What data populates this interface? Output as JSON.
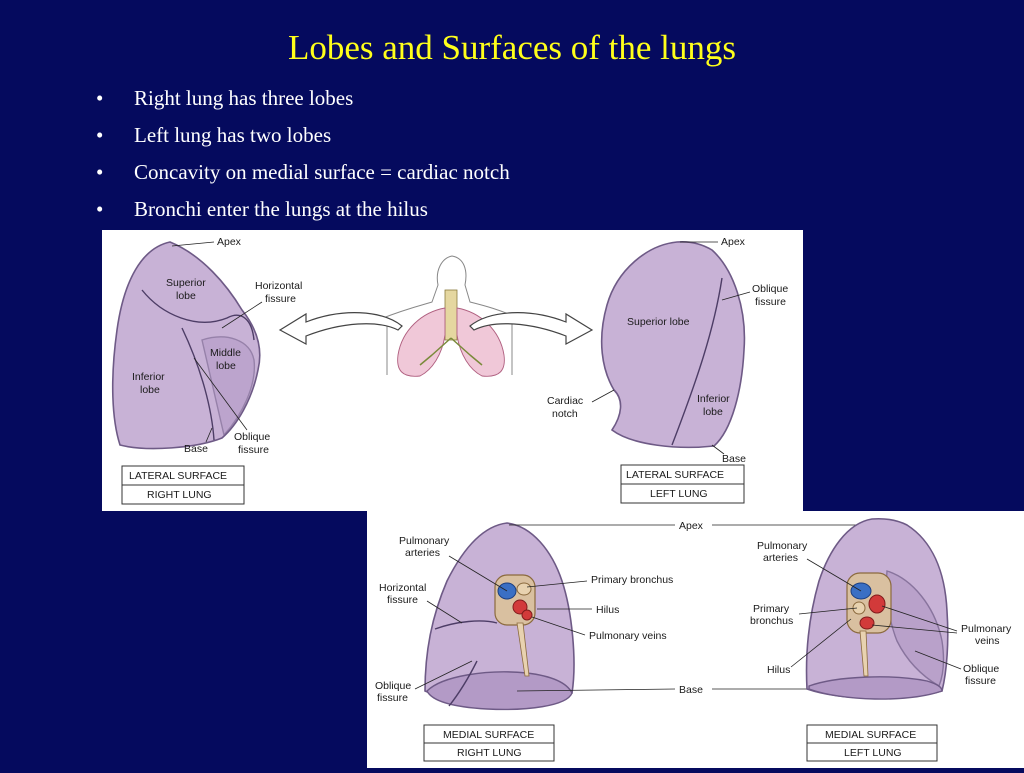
{
  "slide": {
    "title": "Lobes and Surfaces of the lungs",
    "bullet_symbol": "•",
    "bullets": [
      "Right lung has three lobes",
      "Left lung has two lobes",
      "Concavity on medial surface = cardiac notch",
      "Bronchi enter the lungs at the hilus"
    ]
  },
  "top_diagram": {
    "right_lung": {
      "apex": "Apex",
      "superior_lobe": [
        "Superior",
        "lobe"
      ],
      "horizontal_fissure": [
        "Horizontal",
        "fissure"
      ],
      "middle_lobe": [
        "Middle",
        "lobe"
      ],
      "inferior_lobe": [
        "Inferior",
        "lobe"
      ],
      "base": "Base",
      "oblique_fissure": [
        "Oblique",
        "fissure"
      ],
      "box": [
        "LATERAL SURFACE",
        "RIGHT LUNG"
      ]
    },
    "left_lung": {
      "apex": "Apex",
      "oblique_fissure": [
        "Oblique",
        "fissure"
      ],
      "superior_lobe": "Superior lobe",
      "cardiac_notch": [
        "Cardiac",
        "notch"
      ],
      "inferior_lobe": [
        "Inferior",
        "lobe"
      ],
      "base": "Base",
      "box": [
        "LATERAL  SURFACE",
        "LEFT LUNG"
      ]
    }
  },
  "bottom_diagram": {
    "right": {
      "pulmonary_arteries": [
        "Pulmonary",
        "arteries"
      ],
      "horizontal_fissure": [
        "Horizontal",
        "fissure"
      ],
      "oblique_fissure": [
        "Oblique",
        "fissure"
      ],
      "box": [
        "MEDIAL SURFACE",
        "RIGHT LUNG"
      ]
    },
    "center": {
      "apex": "Apex",
      "primary_bronchus": "Primary bronchus",
      "hilus": "Hilus",
      "pulmonary_veins": "Pulmonary veins",
      "base": "Base"
    },
    "left": {
      "pulmonary_arteries": [
        "Pulmonary",
        "arteries"
      ],
      "primary_bronchus": [
        "Primary",
        "bronchus"
      ],
      "hilus": "Hilus",
      "pulmonary_veins": [
        "Pulmonary",
        "veins"
      ],
      "oblique_fissure": [
        "Oblique",
        "fissure"
      ],
      "box": [
        "MEDIAL SURFACE",
        "LEFT LUNG"
      ]
    }
  },
  "colors": {
    "background": "#050a5e",
    "title": "#ffff1a",
    "text": "#ffffff",
    "lung_tissue": "#c8b2d6",
    "artery": "#3a6fc4",
    "vein": "#d23a3a",
    "bronchus": "#c9a070"
  }
}
